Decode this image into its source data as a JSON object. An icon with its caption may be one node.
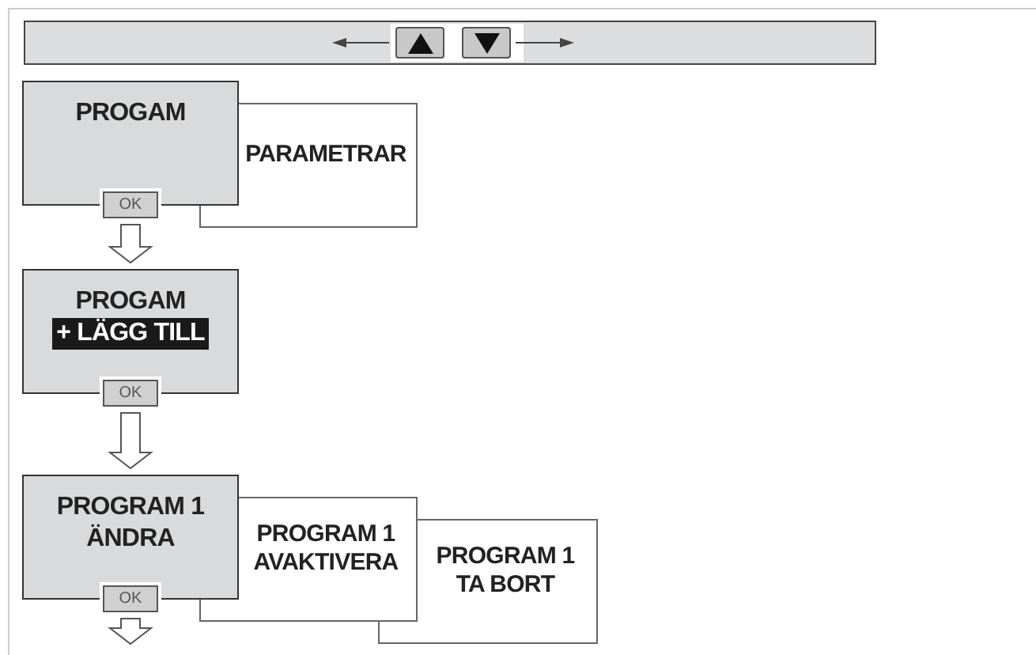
{
  "diagram": {
    "nodes": [
      {
        "text": [
          "PROGAM"
        ]
      },
      {
        "text": [
          "PARAMETRAR"
        ]
      },
      {
        "text": [
          "OK"
        ]
      },
      {
        "text": [
          "PROGAM",
          "+ LÄGG TILL"
        ]
      },
      {
        "text": [
          "OK"
        ]
      },
      {
        "text": [
          "PROGRAM 1 ÄNDRA"
        ]
      },
      {
        "text": [
          "PROGRAM 1 AVAKTIVERA"
        ]
      },
      {
        "text": [
          "PROGRAM 1 TA BORT"
        ]
      },
      {
        "text": [
          "OK"
        ]
      }
    ],
    "edges": [
      {
        "from": 2,
        "to": 3,
        "arrow": "to"
      },
      {
        "from": 4,
        "to": 5,
        "arrow": "to"
      },
      {
        "from": 8,
        "to": null,
        "arrow": "to"
      }
    ]
  }
}
